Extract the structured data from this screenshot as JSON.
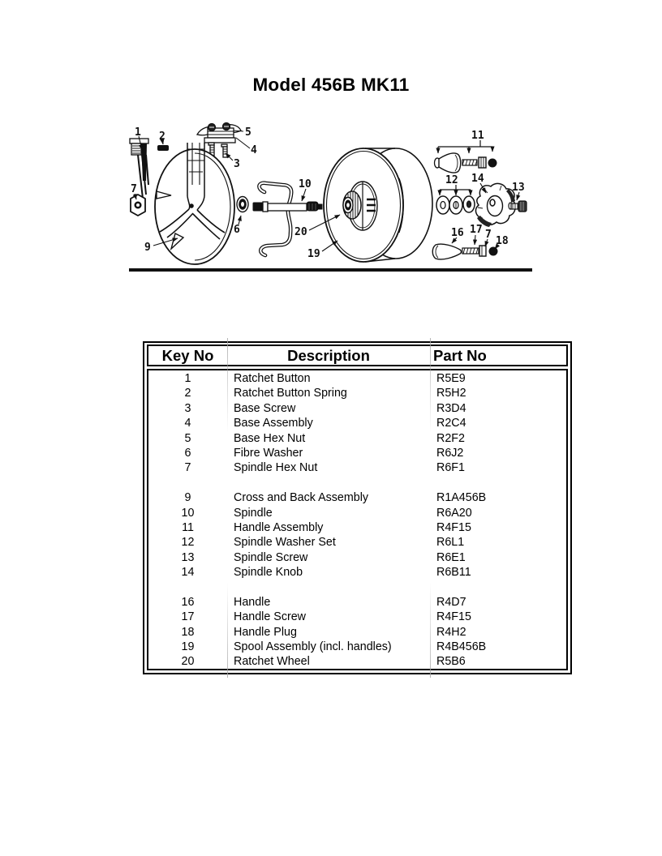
{
  "title": "Model 456B MK11",
  "diagram": {
    "callouts": {
      "c1": "1",
      "c2": "2",
      "c3": "3",
      "c4": "4",
      "c5": "5",
      "c6": "6",
      "c7": "7",
      "c9": "9",
      "c10": "10",
      "c11": "11",
      "c12": "12",
      "c13": "13",
      "c14": "14",
      "c16": "16",
      "c17": "17",
      "c7b": "7",
      "c18": "18",
      "c19": "19",
      "c20": "20"
    }
  },
  "parts_table": {
    "headers": {
      "key_no": "Key No",
      "description": "Description",
      "part_no": "Part No"
    },
    "groups": [
      [
        {
          "key": "1",
          "description": "Ratchet Button",
          "part": "R5E9"
        },
        {
          "key": "2",
          "description": "Ratchet Button Spring",
          "part": "R5H2"
        },
        {
          "key": "3",
          "description": "Base Screw",
          "part": "R3D4"
        },
        {
          "key": "4",
          "description": "Base Assembly",
          "part": "R2C4"
        },
        {
          "key": "5",
          "description": "Base Hex Nut",
          "part": "R2F2"
        },
        {
          "key": "6",
          "description": "Fibre Washer",
          "part": "R6J2"
        },
        {
          "key": "7",
          "description": "Spindle Hex Nut",
          "part": "R6F1"
        }
      ],
      [
        {
          "key": "9",
          "description": "Cross and Back Assembly",
          "part": "R1A456B"
        },
        {
          "key": "10",
          "description": "Spindle",
          "part": "R6A20"
        },
        {
          "key": "11",
          "description": "Handle Assembly",
          "part": "R4F15"
        },
        {
          "key": "12",
          "description": "Spindle Washer Set",
          "part": "R6L1"
        },
        {
          "key": "13",
          "description": "Spindle Screw",
          "part": "R6E1"
        },
        {
          "key": "14",
          "description": "Spindle Knob",
          "part": "R6B11"
        }
      ],
      [
        {
          "key": "16",
          "description": "Handle",
          "part": "R4D7"
        },
        {
          "key": "17",
          "description": "Handle Screw",
          "part": "R4F15"
        },
        {
          "key": "18",
          "description": "Handle Plug",
          "part": "R4H2"
        },
        {
          "key": "19",
          "description": "Spool Assembly (incl. handles)",
          "part": "R4B456B"
        },
        {
          "key": "20",
          "description": "Ratchet Wheel",
          "part": "R5B6"
        }
      ]
    ]
  }
}
